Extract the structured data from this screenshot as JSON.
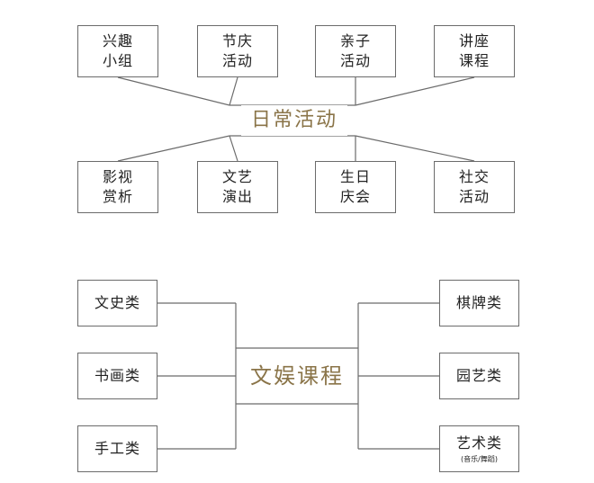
{
  "section1": {
    "center": "日常活动",
    "top": [
      {
        "line1": "兴趣",
        "line2": "小组"
      },
      {
        "line1": "节庆",
        "line2": "活动"
      },
      {
        "line1": "亲子",
        "line2": "活动"
      },
      {
        "line1": "讲座",
        "line2": "课程"
      }
    ],
    "bottom": [
      {
        "line1": "影视",
        "line2": "赏析"
      },
      {
        "line1": "文艺",
        "line2": "演出"
      },
      {
        "line1": "生日",
        "line2": "庆会"
      },
      {
        "line1": "社交",
        "line2": "活动"
      }
    ]
  },
  "section2": {
    "center": "文娱课程",
    "left": [
      "文史类",
      "书画类",
      "手工类"
    ],
    "right": [
      {
        "label": "棋牌类",
        "note": ""
      },
      {
        "label": "园艺类",
        "note": ""
      },
      {
        "label": "艺术类",
        "note": "(音乐/舞蹈)"
      }
    ]
  },
  "colors": {
    "line": "#6b6b6b",
    "title": "#8a7448"
  }
}
